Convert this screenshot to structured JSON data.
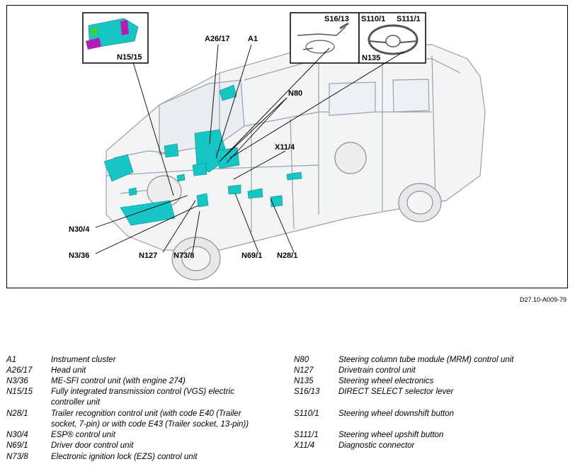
{
  "figure_id": "D27.10-A009-79",
  "callouts": {
    "n15_15": "N15/15",
    "a26_17": "A26/17",
    "a1": "A1",
    "s16_13": "S16/13",
    "s110_1": "S110/1",
    "s111_1": "S111/1",
    "n135": "N135",
    "n80": "N80",
    "x11_4": "X11/4",
    "n30_4": "N30/4",
    "n3_36": "N3/36",
    "n127": "N127",
    "n73_8": "N73/8",
    "n69_1": "N69/1",
    "n28_1": "N28/1"
  },
  "legend_left": [
    {
      "code": "A1",
      "desc": "Instrument cluster"
    },
    {
      "code": "A26/17",
      "desc": "Head unit"
    },
    {
      "code": "N3/36",
      "desc": "ME-SFI control unit (with engine 274)"
    },
    {
      "code": "N15/15",
      "desc": "Fully integrated transmission control (VGS) electric",
      "desc2": "controller unit"
    },
    {
      "code": "N28/1",
      "desc": "Trailer recognition control unit (with code E40 (Trailer",
      "desc2": "socket, 7-pin) or with code E43 (Trailer socket, 13-pin))"
    },
    {
      "code": "N30/4",
      "desc": "ESP® control unit"
    },
    {
      "code": "N69/1",
      "desc": "Driver door control unit"
    },
    {
      "code": "N73/8",
      "desc": "Electronic ignition lock (EZS) control unit"
    }
  ],
  "legend_right": [
    {
      "code": "N80",
      "desc": "Steering column tube module (MRM) control unit"
    },
    {
      "code": "N127",
      "desc": "Drivetrain control unit"
    },
    {
      "code": "N135",
      "desc": "Steering wheel electronics"
    },
    {
      "code": "S16/13",
      "desc": "DIRECT SELECT selector lever"
    },
    {
      "code": "S110/1",
      "desc": "Steering wheel downshift button"
    },
    {
      "code": "S111/1",
      "desc": "Steering wheel upshift button"
    },
    {
      "code": "X11/4",
      "desc": "Diagnostic connector"
    }
  ]
}
